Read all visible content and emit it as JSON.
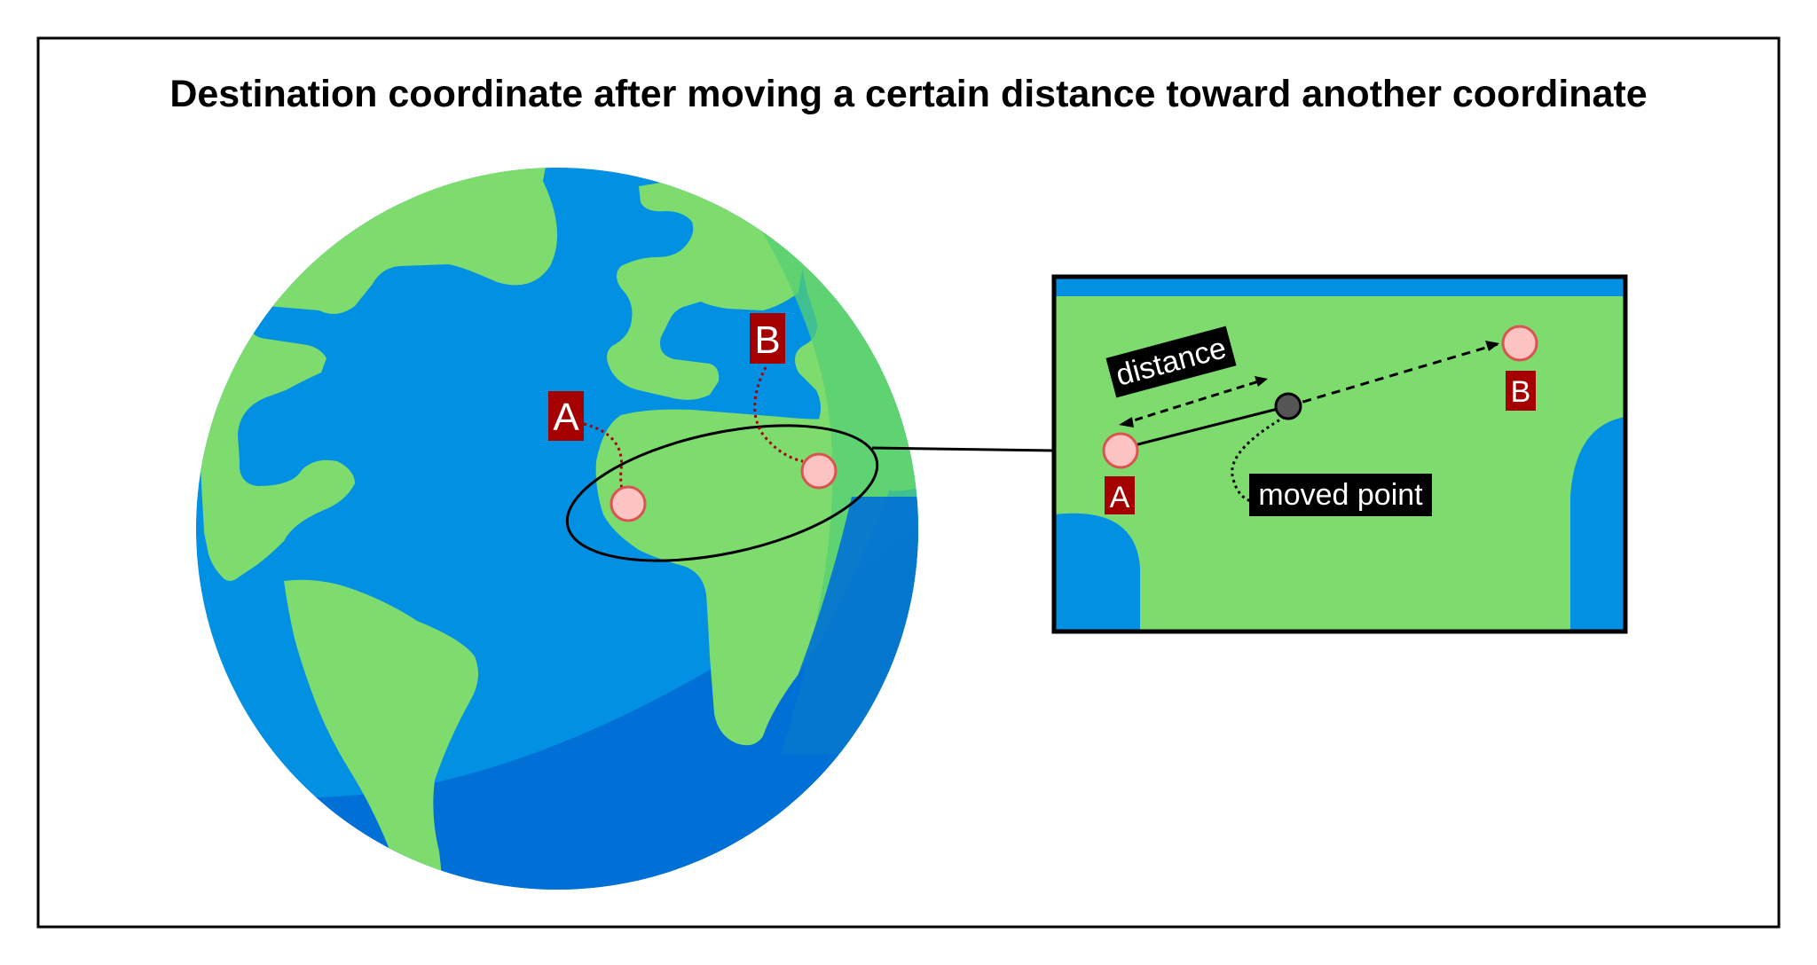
{
  "title": "Destination coordinate after moving a certain distance toward another coordinate",
  "globe": {
    "point_a_label": "A",
    "point_b_label": "B"
  },
  "inset": {
    "point_a_label": "A",
    "point_b_label": "B",
    "distance_label": "distance",
    "moved_point_label": "moved point"
  },
  "colors": {
    "ocean": "#0290E3",
    "ocean_dark": "#0070D6",
    "land": "#7EDC6E",
    "land_shade": "#55D074",
    "marker_fill": "#FCC3C3",
    "marker_stroke": "#D9534F",
    "tag_fill": "#A50000",
    "moved_point": "#555555"
  }
}
